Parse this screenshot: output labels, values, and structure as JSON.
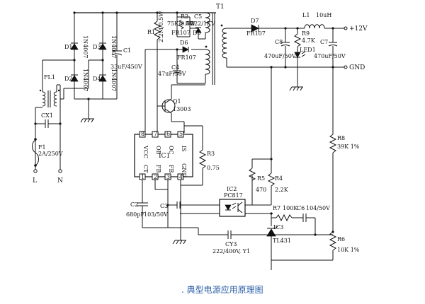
{
  "caption": ". 典型电源应用原理图",
  "input": {
    "fl1": "FL1",
    "cx1": "CX1",
    "f1": "F1",
    "f1_rating": "2A/250V",
    "line_l": "L",
    "line_n": "N"
  },
  "bridge": {
    "d1": "D1",
    "d2": "D2",
    "d3": "D3",
    "d4": "D4",
    "d1_part": "1N4007",
    "d2_part": "1N4007",
    "d3_part": "1N4007",
    "d4_part": "1N4007"
  },
  "primary": {
    "c1": "C1",
    "c1_val": "33uF/450V",
    "r1": "R1",
    "r1_val": "2.2M/0.5W",
    "r2": "R2",
    "r2_val": "75K/0.5W",
    "c5": "C5",
    "c5_val": "222/1KV",
    "d5": "D5",
    "d5_part": "FR107",
    "d6": "D6",
    "d6_part": "FR107",
    "c4": "C4",
    "c4_val": "47uF/50V",
    "q1": "Q1",
    "q1_part": "13003",
    "t1": "T1"
  },
  "ic1": {
    "name": "IC1",
    "pins_top": [
      "VCC",
      "OB",
      "OC",
      "IS"
    ],
    "pins_top_num": [
      "8",
      "7",
      "6",
      "5"
    ],
    "pins_bottom": [
      "CT",
      "FB",
      "FB",
      "GND"
    ],
    "pins_bottom_num": [
      "1",
      "2",
      "3",
      "4"
    ]
  },
  "control": {
    "r3": "R3",
    "r3_val": "0.75",
    "c2": "C2",
    "c2_val": "680pF",
    "c3": "C3",
    "c3_val": "103/50V",
    "ic2": "IC2",
    "ic2_part": "PC817",
    "cy3": "CY3",
    "cy3_val": "222/400V, Y1"
  },
  "secondary": {
    "d7": "D7",
    "d7_part": "FR107",
    "l1": "L1",
    "l1_val": "10uH",
    "out_pos": "+12V",
    "out_gnd": "GND",
    "r9": "R9",
    "r9_val": "4.7K",
    "led1": "LED1",
    "c8": "C8",
    "c8_val": "470uF/50V",
    "c7": "C7",
    "c7_val": "470uF/50V",
    "r8": "R8",
    "r8_val": "39K 1%",
    "r6": "R6",
    "r6_val": "10K 1%",
    "r5": "R5",
    "r5_val": "470",
    "r4": "R4",
    "r4_val": "2.2K",
    "r7": "R7",
    "r7_val": "100K",
    "c6": "C6",
    "c6_val": "104/50V",
    "ic3": "IC3",
    "ic3_part": "TL431"
  }
}
